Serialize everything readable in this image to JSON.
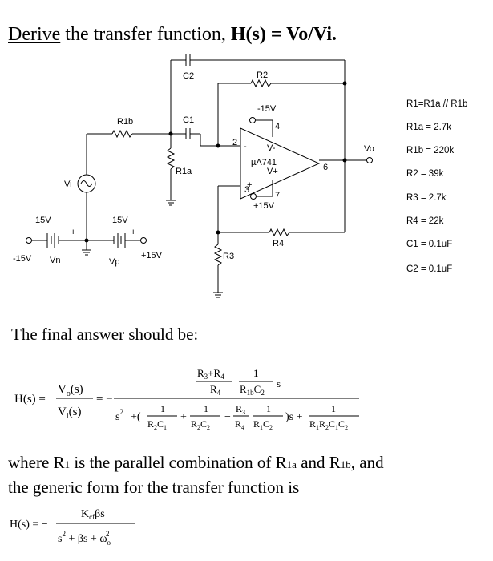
{
  "heading": {
    "derive": "Derive",
    "rest": " the transfer function, ",
    "formula": "H(s) = Vo/Vi."
  },
  "circuit": {
    "labels": {
      "c2": "C2",
      "r2": "R2",
      "c1": "C1",
      "r1b": "R1b",
      "r1a": "R1a",
      "r3": "R3",
      "r4": "R4",
      "vi": "Vi",
      "vo": "Vo",
      "neg15_top": "-15V",
      "pin4": "4",
      "vminus": "V-",
      "pin2": "2",
      "minus": "-",
      "opamp": "µA741",
      "vplus": "V+",
      "pin3": "3",
      "plus": "+",
      "pin6": "6",
      "pin7": "7",
      "pos15_bottom": "+15V",
      "left_15v": "15V",
      "right_15v": "15V",
      "neg15_left": "-15V",
      "vn": "Vn",
      "vp": "Vp",
      "pos15_right": "+15V",
      "bat_plus_left": "+",
      "bat_plus_right": "+"
    },
    "values": [
      "R1=R1a // R1b",
      "R1a = 2.7k",
      "R1b = 220k",
      "R2 = 39k",
      "R3 = 2.7k",
      "R4 = 22k",
      "C1 = 0.1uF",
      "C2 = 0.1uF"
    ]
  },
  "final_text": "The final answer should be:",
  "equation1": {
    "lhs": "H(s) =",
    "vo": "V",
    "vo_sub": "o",
    "vo_arg": "(s)",
    "vi": "V",
    "vi_sub": "i",
    "vi_arg": "(s)",
    "eq_minus": "= −",
    "num_sum": "R",
    "num_sum_a": "3",
    "num_sum_plus": "+R",
    "num_sum_b": "4",
    "num_den_r": "R",
    "num_den_sub": "4",
    "num_one": "1",
    "num_frac_den": "R",
    "num_frac_den_sub1": "1b",
    "num_frac_den_c": "C",
    "num_frac_den_sub2": "2",
    "num_s": "s",
    "den_s": "s",
    "den_exp": "2",
    "den_plus_open": "+(",
    "den_close": ")s +",
    "one": "1",
    "r3": "R",
    "r3_sub": "3",
    "r4": "R",
    "r4_sub": "4",
    "minus": "−",
    "plus": "+"
  },
  "where_text": {
    "p1": "where R",
    "s1": "1",
    "p2": " is the parallel combination of R",
    "s2": "1a",
    "p3": " and R",
    "s3": "1b",
    "p4": ", and",
    "line2": "the generic form for the transfer function is"
  },
  "equation2": {
    "lhs": "H(s) = −",
    "num": "K",
    "num_sub": "cf",
    "num_rest": "βs",
    "den_s": "s",
    "den_exp": "2",
    "den_mid": " + βs + ω",
    "den_sub": "o",
    "den_exp2": "2"
  }
}
